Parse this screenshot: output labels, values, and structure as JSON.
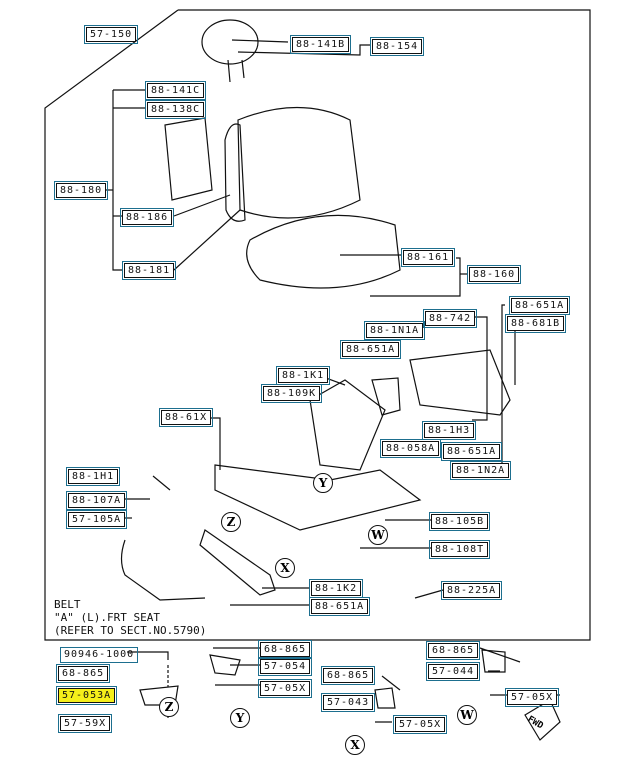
{
  "diagram": {
    "title_part": "57-150",
    "labels": {
      "p57_150": "57-150",
      "p88_141b": "88-141B",
      "p88_154": "88-154",
      "p88_141c": "88-141C",
      "p88_138c": "88-138C",
      "p88_180": "88-180",
      "p88_186": "88-186",
      "p88_181": "88-181",
      "p88_161": "88-161",
      "p88_160": "88-160",
      "p88_742": "88-742",
      "p88_1n1a": "88-1N1A",
      "p88_651a_1": "88-651A",
      "p88_651a_2": "88-651A",
      "p88_681b": "88-681B",
      "p88_1k1": "88-1K1",
      "p88_109k": "88-109K",
      "p88_61x": "88-61X",
      "p88_1h3": "88-1H3",
      "p88_058a": "88-058A",
      "p88_651a_3": "88-651A",
      "p88_1n2a": "88-1N2A",
      "p88_1h1": "88-1H1",
      "p88_107a": "88-107A",
      "p57_105a": "57-105A",
      "p88_105b": "88-105B",
      "p88_108t": "88-108T",
      "p88_1k2": "88-1K2",
      "p88_651a_4": "88-651A",
      "p88_225a": "88-225A"
    },
    "note": "BELT\n\"A\" (L).FRT SEAT\n(REFER TO SECT.NO.5790)",
    "detail": {
      "p90946": "90946-1000",
      "p68_865_a": "68-865",
      "p57_053a": "57-053A",
      "p57_59x": "57-59X",
      "p68_865_b": "68-865",
      "p57_054": "57-054",
      "p57_05x_a": "57-05X",
      "p68_865_c": "68-865",
      "p57_043": "57-043",
      "p57_05x_b": "57-05X",
      "p68_865_d": "68-865",
      "p57_044": "57-044",
      "p57_05x_c": "57-05X"
    },
    "markers": {
      "z": "Z",
      "y": "Y",
      "x": "X",
      "w": "W"
    },
    "fwd": "FWD",
    "highlight_color": "#f5ef1a",
    "box_color": "#1d6f8f"
  }
}
